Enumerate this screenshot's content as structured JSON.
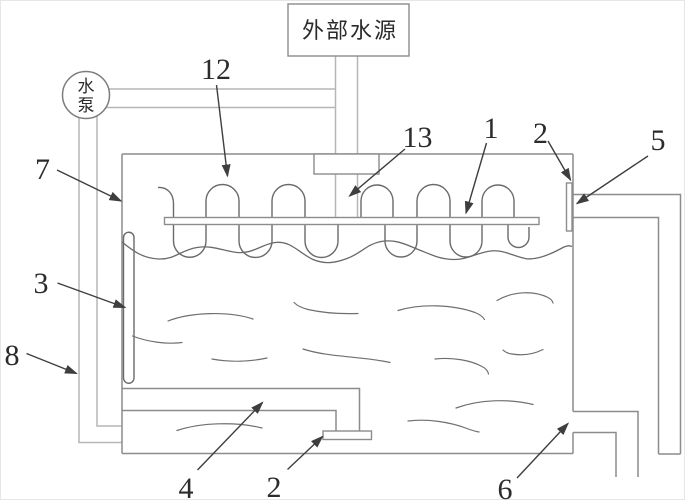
{
  "figure": {
    "type": "patent-schematic-water-tank",
    "source_box": {
      "label": "外部水源"
    },
    "pump": {
      "label": "水泵",
      "line1": "水",
      "line2": "泵"
    },
    "callouts": [
      {
        "part": "7"
      },
      {
        "part": "12"
      },
      {
        "part": "13"
      },
      {
        "part": "1"
      },
      {
        "part": "2"
      },
      {
        "part": "5"
      },
      {
        "part": "3"
      },
      {
        "part": "8"
      },
      {
        "part": "4"
      },
      {
        "part": "2"
      },
      {
        "part": "6"
      }
    ],
    "colors": {
      "background": "#ffffff",
      "outline": "#8c8c8c",
      "coil": "#6a6a6a",
      "pipe": "#b6b6b6",
      "annotation": "#3e3e3e",
      "text": "#2b2b2b"
    }
  }
}
